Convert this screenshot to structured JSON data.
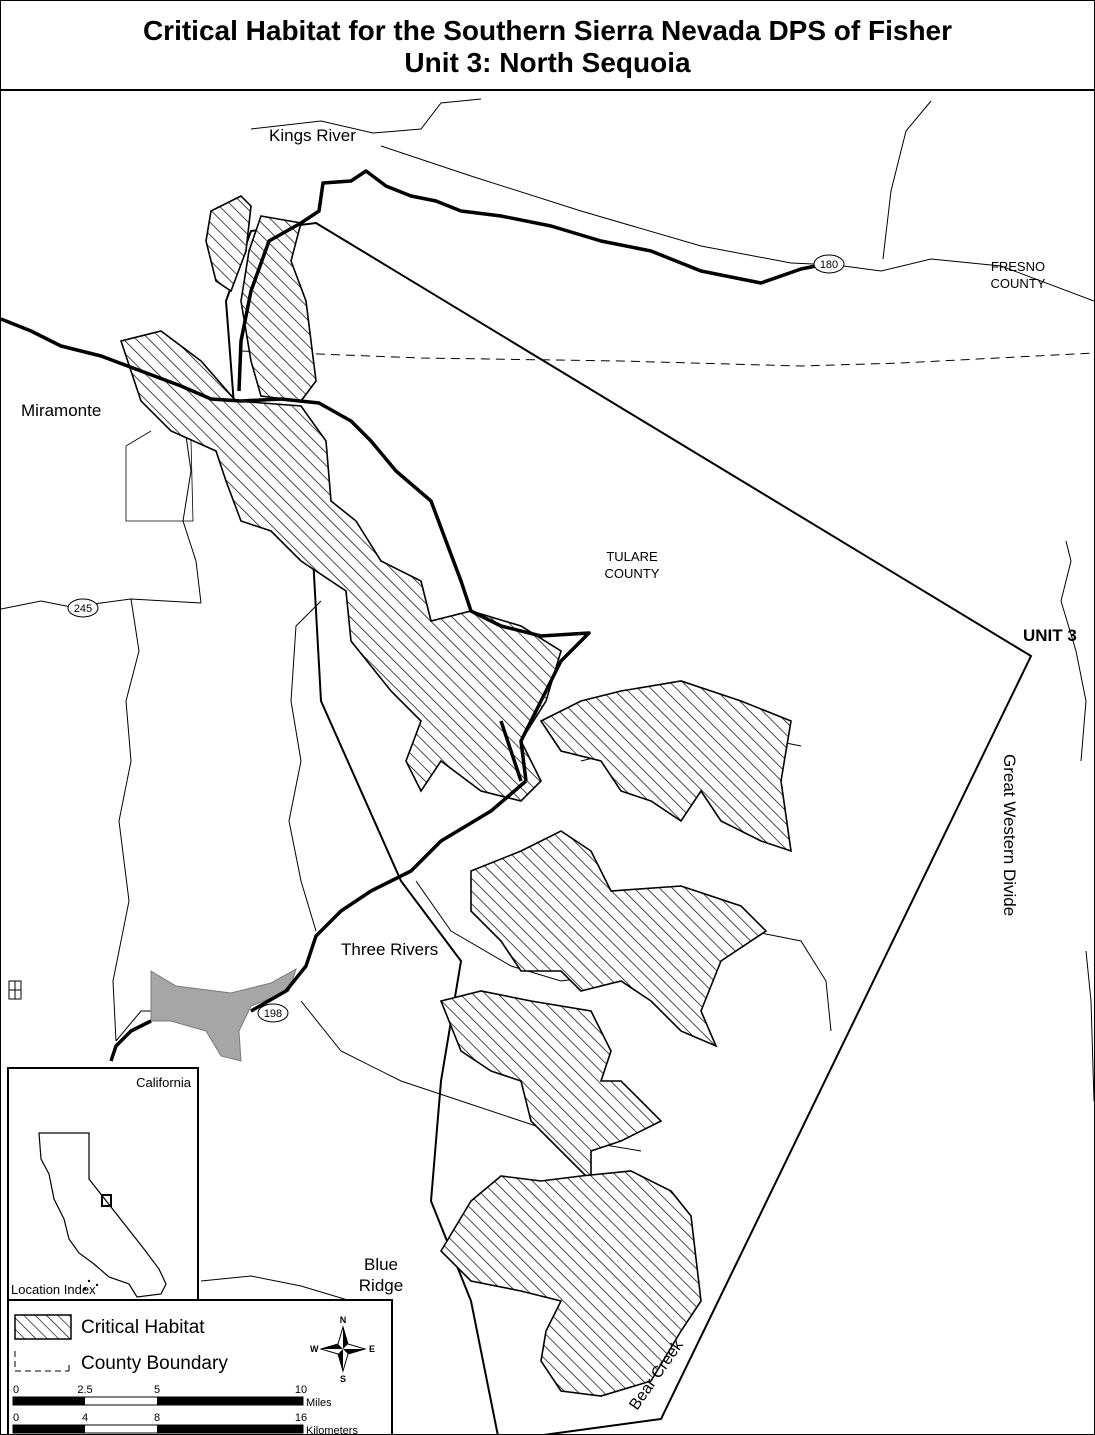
{
  "title": {
    "line1": "Critical Habitat for the Southern Sierra Nevada DPS of Fisher",
    "line2": "Unit 3: North Sequoia"
  },
  "labels": {
    "kings_river": "Kings River",
    "fresno_county_1": "FRESNO",
    "fresno_county_2": "COUNTY",
    "tulare_county_1": "TULARE",
    "tulare_county_2": "COUNTY",
    "miramonte": "Miramonte",
    "unit": "UNIT 3",
    "great_western_divide": "Great Western Divide",
    "three_rivers": "Three Rivers",
    "blue_ridge_1": "Blue",
    "blue_ridge_2": "Ridge",
    "bear_creek": "Bear Creek"
  },
  "routes": {
    "r180": "180",
    "r245": "245",
    "r198": "198"
  },
  "inset": {
    "title": "California",
    "caption": "Location Index"
  },
  "legend": {
    "critical_habitat": "Critical Habitat",
    "county_boundary": "County Boundary",
    "compass": {
      "n": "N",
      "s": "S",
      "e": "E",
      "w": "W"
    },
    "miles_ticks": [
      "0",
      "2.5",
      "5",
      "10"
    ],
    "miles_unit": "Miles",
    "km_ticks": [
      "0",
      "4",
      "8",
      "16"
    ],
    "km_unit": "Kilometers"
  },
  "icons": {
    "compass": "compass-rose-icon",
    "habitat_swatch": "hatch-swatch-icon",
    "county_swatch": "dashed-line-icon"
  }
}
